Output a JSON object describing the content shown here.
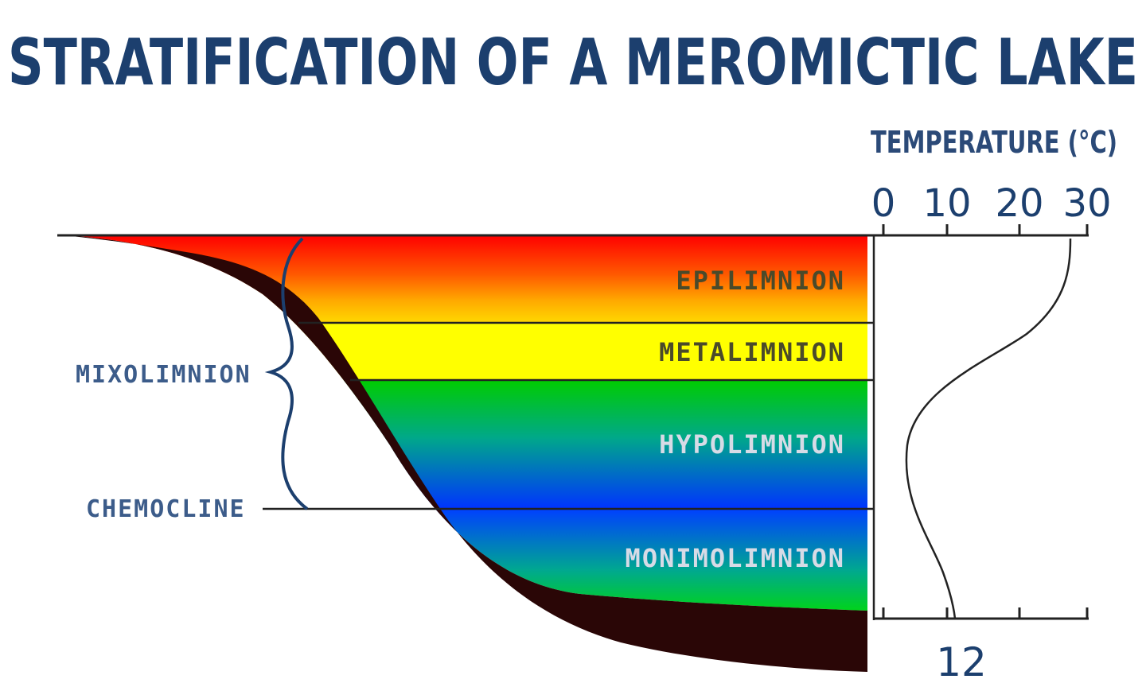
{
  "title": "STRATIFICATION OF A MEROMICTIC LAKE",
  "temperature_axis": {
    "label": "TEMPERATURE (°C)",
    "ticks": [
      "0",
      "10",
      "20",
      "30"
    ],
    "bottom_marker": "12"
  },
  "layers": {
    "epilimnion": "EPILIMNION",
    "metalimnion": "METALIMNION",
    "hypolimnion": "HYPOLIMNION",
    "monimolimnion": "MONIMOLIMNION"
  },
  "side_labels": {
    "mixolimnion": "MIXOLIMNION",
    "chemocline": "CHEMOCLINE"
  },
  "colors": {
    "title": "#1c3f6e",
    "sediment": "#2a0606",
    "red": "#ff0000",
    "orange": "#ffaa00",
    "yellow": "#ffff00",
    "green": "#00cc00",
    "blue": "#0033ff"
  }
}
